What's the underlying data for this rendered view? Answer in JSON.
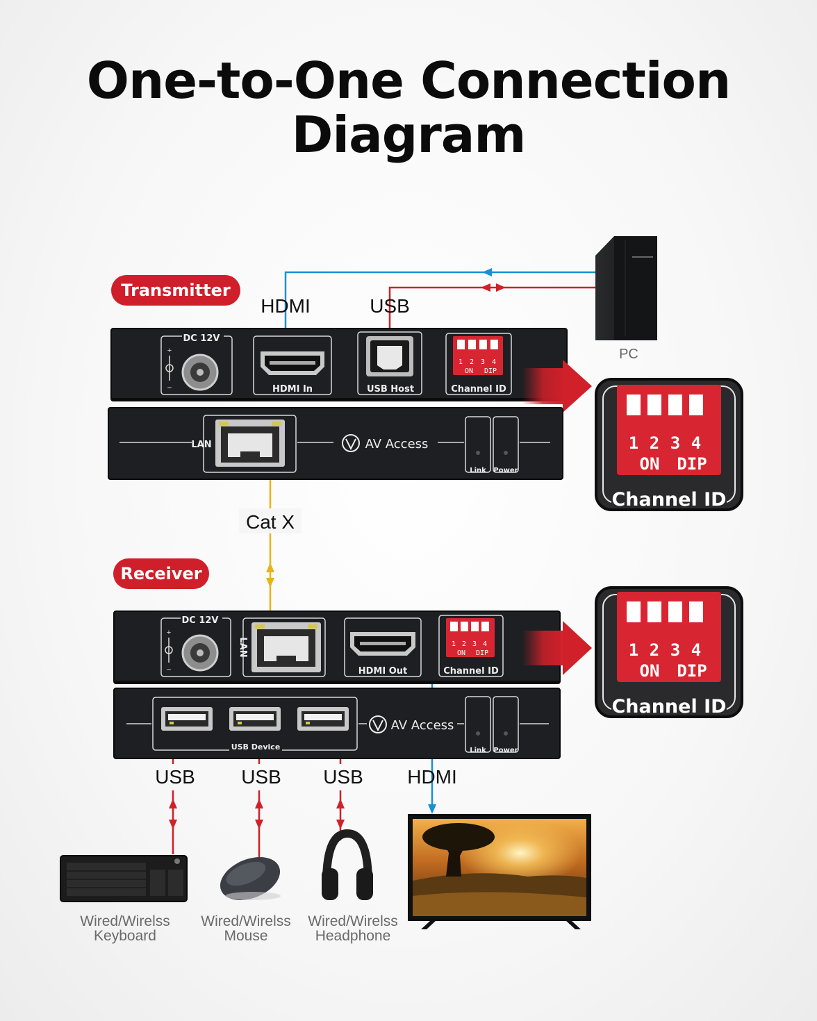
{
  "title": {
    "line1": "One-to-One Connection",
    "line2": "Diagram"
  },
  "badges": {
    "transmitter": "Transmitter",
    "receiver": "Receiver"
  },
  "cable_labels": {
    "tx_hdmi": "HDMI",
    "tx_usb": "USB",
    "catx": "Cat X",
    "rx_usb_1": "USB",
    "rx_usb_2": "USB",
    "rx_usb_3": "USB",
    "rx_hdmi": "HDMI"
  },
  "transmitter_front": {
    "dc": "DC 12V",
    "hdmi": "HDMI In",
    "usb": "USB Host",
    "channel": "Channel ID"
  },
  "transmitter_back": {
    "lan": "LAN",
    "brand": "AV Access",
    "link": "Link",
    "power": "Power"
  },
  "receiver_front": {
    "dc": "DC 12V",
    "lan": "LAN",
    "hdmi": "HDMI Out",
    "channel": "Channel ID"
  },
  "receiver_back": {
    "usb_device": "USB Device",
    "brand": "AV Access",
    "link": "Link",
    "power": "Power"
  },
  "dip": {
    "n1": "1",
    "n2": "2",
    "n3": "3",
    "n4": "4",
    "on": "ON",
    "dip": "DIP"
  },
  "zoom_label": "Channel ID",
  "devices": {
    "pc": "PC",
    "keyboard": [
      "Wired/Wirelss",
      "Keyboard"
    ],
    "mouse": [
      "Wired/Wirelss",
      "Mouse"
    ],
    "headphone": [
      "Wired/Wirelss",
      "Headphone"
    ]
  },
  "colors": {
    "hdmi": "#1a8fd6",
    "usb": "#d0202a",
    "catx": "#e8b21a",
    "badge": "#cf1f2b",
    "panel": "#1e1f22"
  }
}
